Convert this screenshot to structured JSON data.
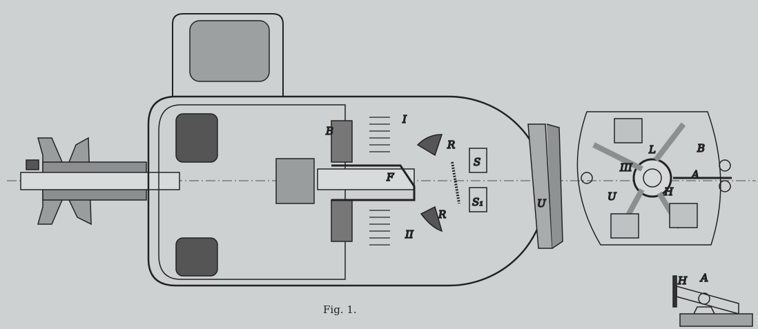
{
  "figure": {
    "caption": "Fig. 1.",
    "labels": {
      "B_top": "B",
      "I": "I",
      "R_top": "R",
      "R_bottom": "R",
      "S": "S",
      "S1": "S₁",
      "F": "F",
      "II": "II",
      "U_side": "U",
      "B_disc": "B",
      "L": "L",
      "A": "A",
      "U_disc": "U",
      "III": "III",
      "H_disc": "H",
      "H_detail": "H",
      "A_detail": "A"
    }
  },
  "colors": {
    "paper": "#cdd1d2",
    "ink": "#222222"
  }
}
